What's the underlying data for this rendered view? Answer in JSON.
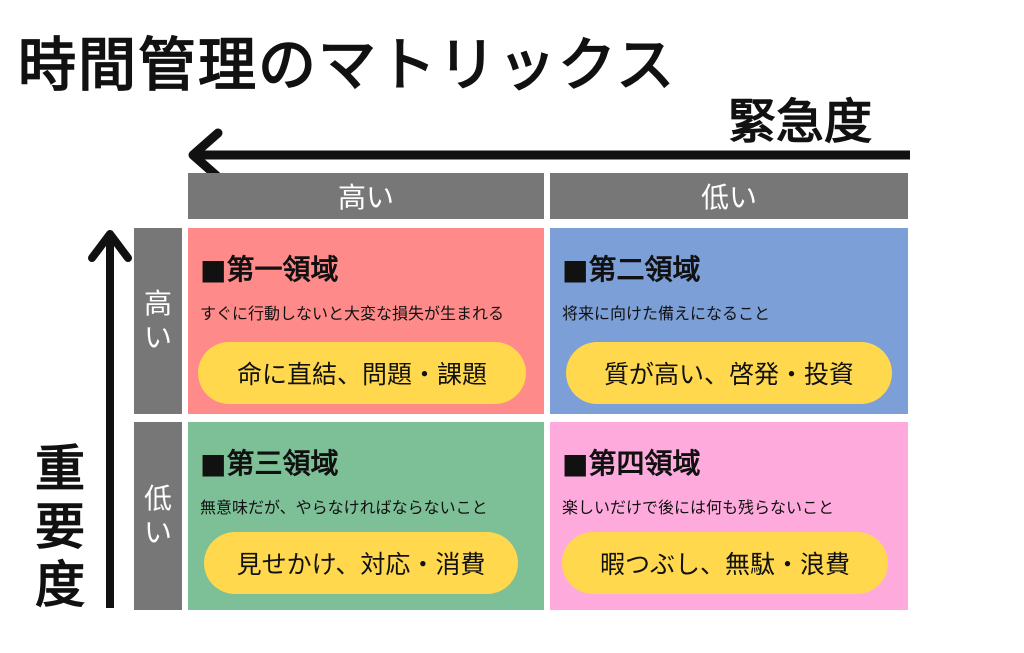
{
  "title": "時間管理のマトリックス",
  "axis_x": {
    "label": "緊急度"
  },
  "axis_y": {
    "label_chars": [
      "重",
      "要",
      "度"
    ]
  },
  "col_headers": [
    "高い",
    "低い"
  ],
  "row_headers": [
    [
      "高",
      "い"
    ],
    [
      "低",
      "い"
    ]
  ],
  "quadrants": [
    {
      "title": "■第一領域",
      "desc": "すぐに行動しないと大変な損失が生まれる",
      "tag": "命に直結、問題・課題",
      "color": "#ff8a8a"
    },
    {
      "title": "■第二領域",
      "desc": "将来に向けた備えになること",
      "tag": "質が高い、啓発・投資",
      "color": "#7b9fd6"
    },
    {
      "title": "■第三領域",
      "desc": "無意味だが、やらなければならないこと",
      "tag": "見せかけ、対応・消費",
      "color": "#7dbf97"
    },
    {
      "title": "■第四領域",
      "desc": "楽しいだけで後には何も残らないこと",
      "tag": "暇つぶし、無駄・浪費",
      "color": "#ffaadd"
    }
  ],
  "colors": {
    "header": "#777777",
    "tag": "#ffd84d"
  }
}
